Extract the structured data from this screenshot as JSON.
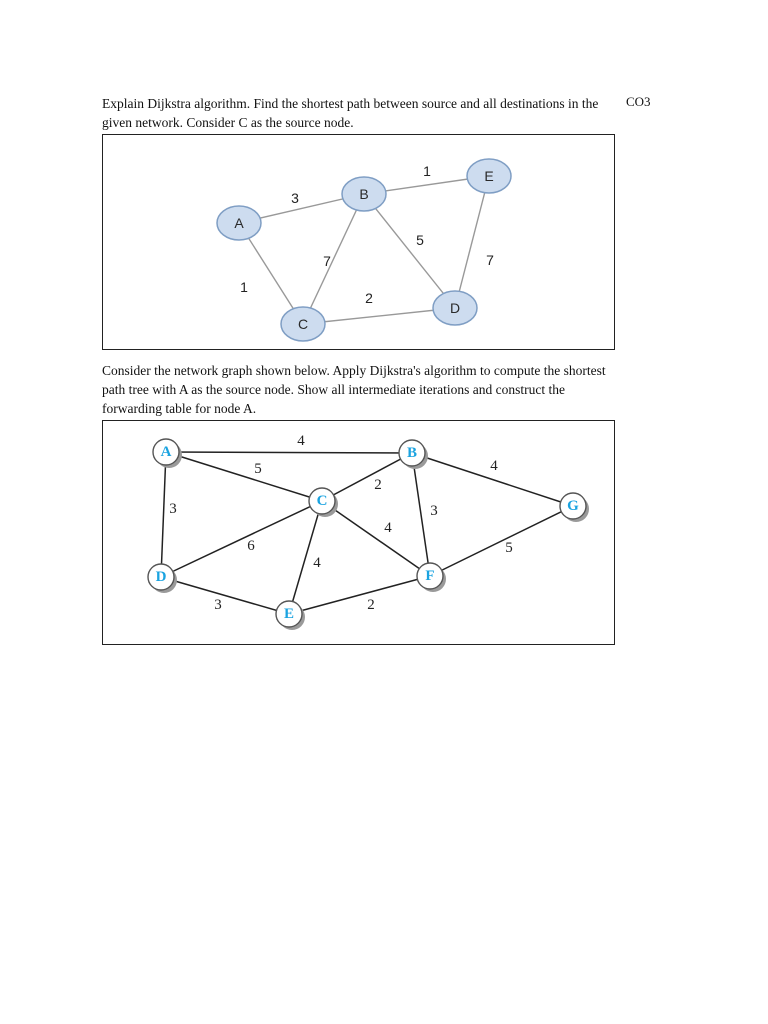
{
  "question1": {
    "text": "Explain Dijkstra algorithm. Find the shortest path between source and all destinations in the given network. Consider C as the source node.",
    "course_outcome": "CO3"
  },
  "question2": {
    "text": "Consider the network graph shown below. Apply Dijkstra's algorithm to compute the shortest path tree with A as the source node. Show all intermediate iterations and construct the forwarding table for node A."
  },
  "graph1": {
    "nodes": [
      "A",
      "B",
      "C",
      "D",
      "E"
    ],
    "edges": [
      {
        "from": "A",
        "to": "B",
        "weight": "3"
      },
      {
        "from": "A",
        "to": "C",
        "weight": "1"
      },
      {
        "from": "B",
        "to": "C",
        "weight": "7"
      },
      {
        "from": "B",
        "to": "E",
        "weight": "1"
      },
      {
        "from": "B",
        "to": "D",
        "weight": "5"
      },
      {
        "from": "C",
        "to": "D",
        "weight": "2"
      },
      {
        "from": "E",
        "to": "D",
        "weight": "7"
      }
    ]
  },
  "graph2": {
    "nodes": [
      "A",
      "B",
      "C",
      "D",
      "E",
      "F",
      "G"
    ],
    "edges": [
      {
        "from": "A",
        "to": "B",
        "weight": "4"
      },
      {
        "from": "A",
        "to": "C",
        "weight": "5"
      },
      {
        "from": "A",
        "to": "D",
        "weight": "3"
      },
      {
        "from": "B",
        "to": "C",
        "weight": "2"
      },
      {
        "from": "B",
        "to": "F",
        "weight": "3"
      },
      {
        "from": "B",
        "to": "G",
        "weight": "4"
      },
      {
        "from": "C",
        "to": "D",
        "weight": "6"
      },
      {
        "from": "C",
        "to": "E",
        "weight": "4"
      },
      {
        "from": "C",
        "to": "F",
        "weight": "4"
      },
      {
        "from": "D",
        "to": "E",
        "weight": "3"
      },
      {
        "from": "E",
        "to": "F",
        "weight": "2"
      },
      {
        "from": "F",
        "to": "G",
        "weight": "5"
      }
    ]
  }
}
